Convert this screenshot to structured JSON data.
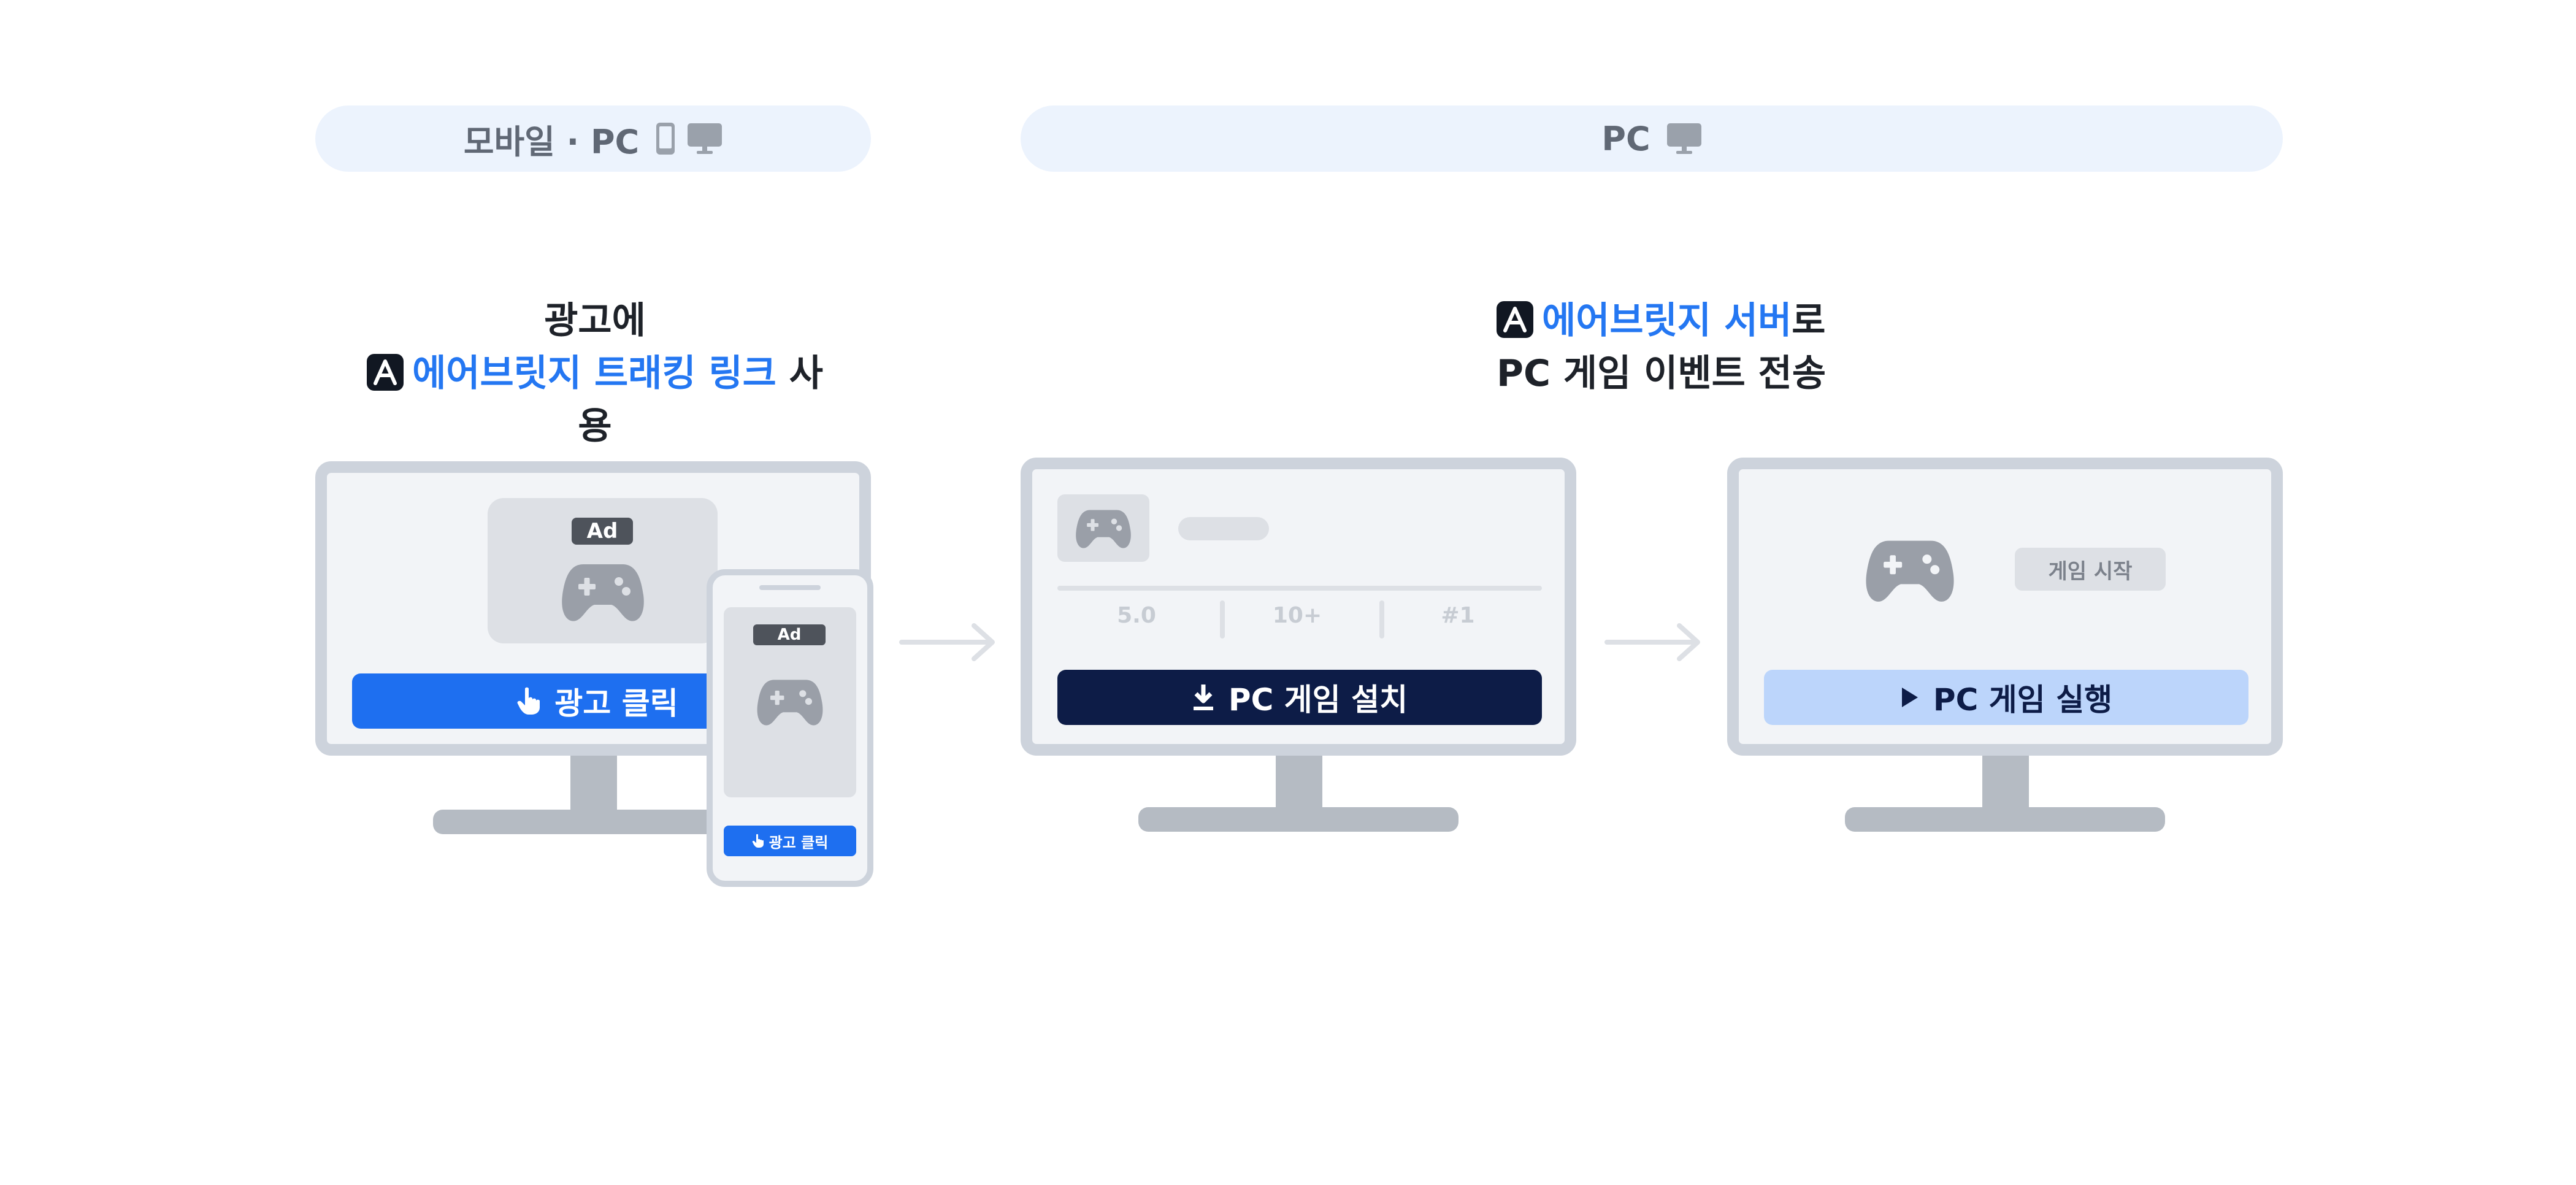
{
  "pills": {
    "mobile_pc": "모바일 · PC",
    "pc": "PC"
  },
  "captions": {
    "left_line1": "광고에",
    "left_line2_blue": "에어브릿지 트래킹 링크",
    "left_line2_rest": " 사용",
    "right_line1_blue": "에어브릿지 서버",
    "right_line1_rest": "로",
    "right_line2": "PC 게임 이벤트 전송"
  },
  "step1": {
    "ad_badge": "Ad",
    "button_label": "광고 클릭",
    "phone_ad_badge": "Ad",
    "phone_button_label": "광고 클릭"
  },
  "step2": {
    "stats": [
      "5.0",
      "10+",
      "#1"
    ],
    "install_button": "PC 게임 설치"
  },
  "step3": {
    "start_chip": "게임 시작",
    "run_button": "PC 게임 실행"
  },
  "colors": {
    "pill_bg": "#ecf3fd",
    "brand_blue": "#2477f2",
    "navy": "#0d1c47",
    "light_blue": "#bcd5fb",
    "monitor_frame": "#cdd3dc",
    "screen_bg": "#f2f4f7"
  },
  "icons": [
    "mobile-phone-icon",
    "desktop-monitor-icon",
    "airbridge-logo-icon",
    "gamepad-icon",
    "hand-pointer-icon",
    "download-icon",
    "play-icon",
    "arrow-right-icon"
  ]
}
